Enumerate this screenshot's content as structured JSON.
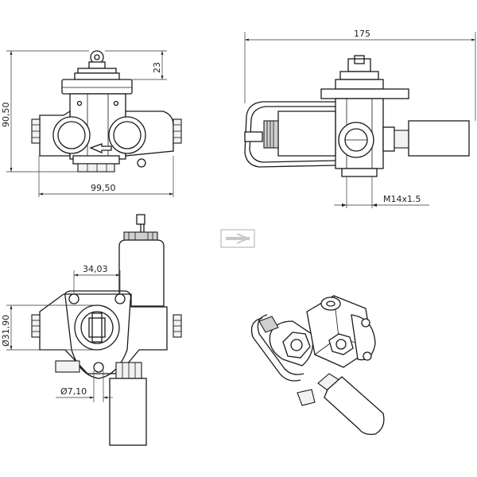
{
  "dimensions": {
    "top_left_height": "23",
    "top_left_total_height": "90,50",
    "top_left_width": "99,50",
    "top_right_width": "175",
    "top_right_thread": "M14x1.5",
    "bottom_left_hole_spacing": "34,03",
    "bottom_left_bore_diameter": "Ø31,90",
    "bottom_left_hole_diameter": "Ø7,10"
  },
  "colors": {
    "line": "#1a1a1a",
    "watermark": "#c8c8c8"
  },
  "icons": {
    "watermark": "logo-watermark"
  }
}
